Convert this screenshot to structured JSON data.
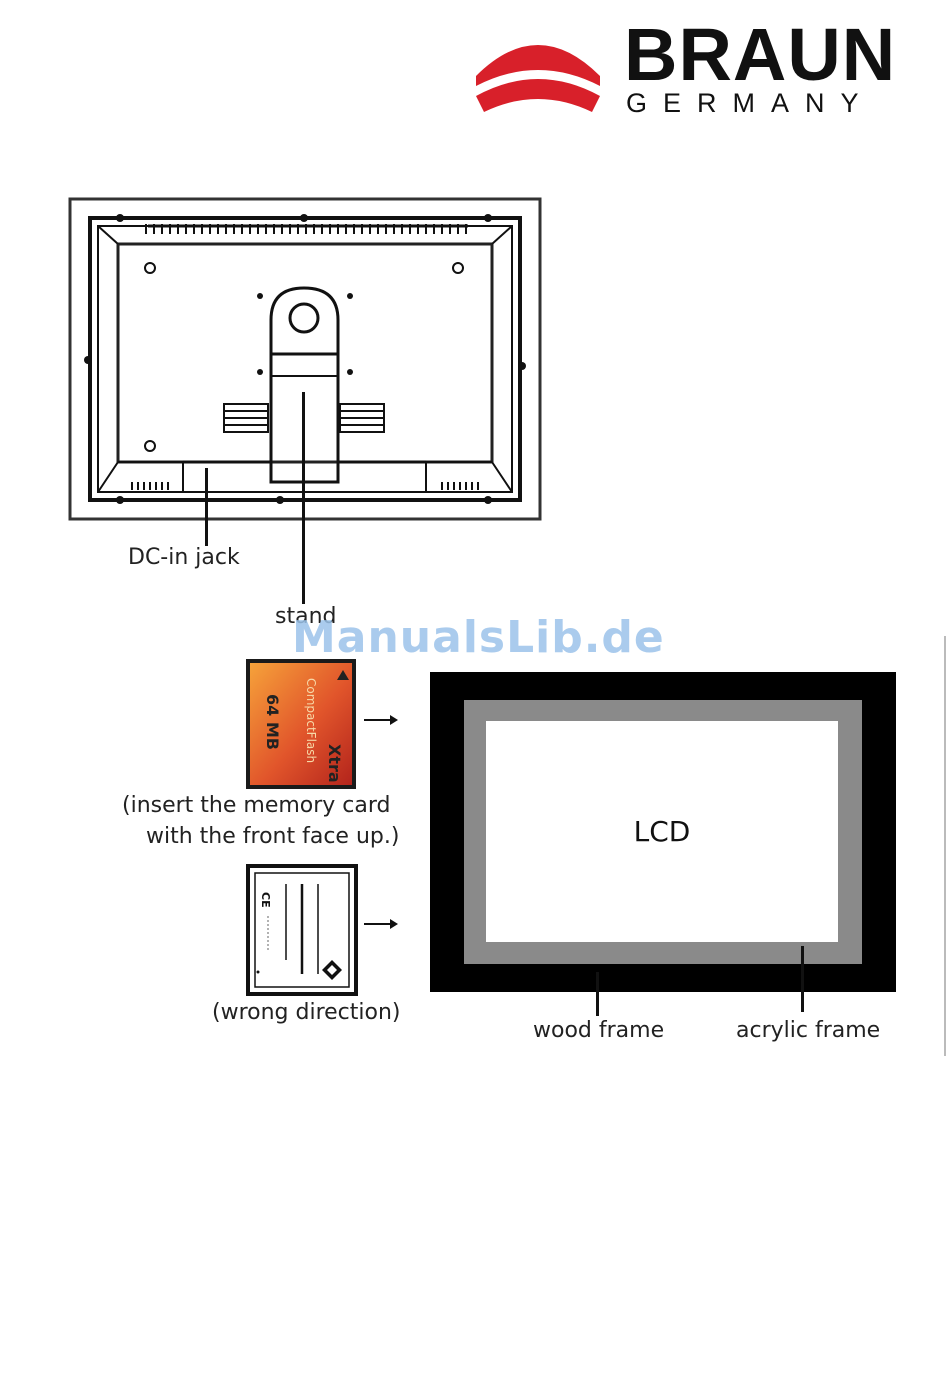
{
  "brand": {
    "name": "BRAUN",
    "sub": "GERMANY",
    "logo_red": "#d8202a"
  },
  "back_view": {
    "dc_label": "DC-in jack",
    "stand_label": "stand"
  },
  "watermark": "ManualsLib.de",
  "card_correct": {
    "brand": "Xtra",
    "type": "CompactFlash",
    "capacity": "64 MB",
    "caption_line1": "(insert the memory card",
    "caption_line2": "with the front face up.)"
  },
  "card_wrong": {
    "mark": "CE",
    "caption": "(wrong direction)"
  },
  "front_view": {
    "lcd_label": "LCD",
    "wood_label": "wood frame",
    "acrylic_label": "acrylic frame"
  }
}
